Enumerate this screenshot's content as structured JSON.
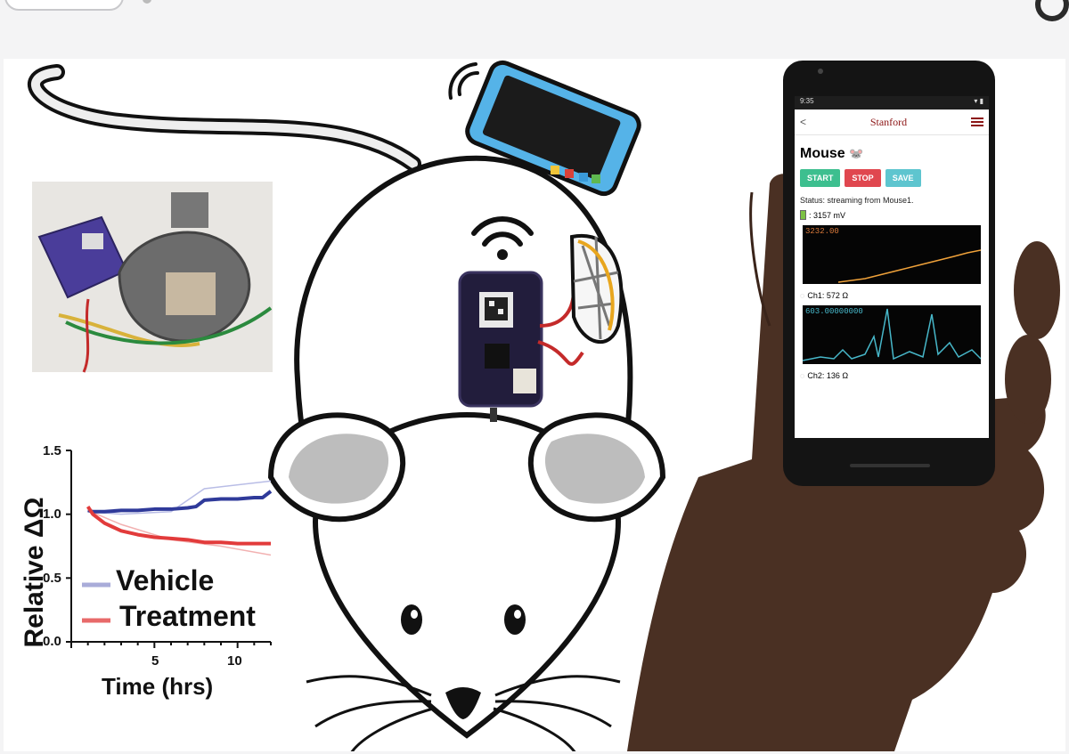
{
  "phone_app": {
    "time": "9:35",
    "brand": "Stanford",
    "back": "<",
    "title": "Mouse",
    "title_icon": "🐭",
    "buttons": {
      "start": "START",
      "stop": "STOP",
      "save": "SAVE"
    },
    "status": "Status: streaming from Mouse1.",
    "voltage": ": 3157 mV",
    "plot1_label": "3232.00",
    "ch1": "Ch1: 572 Ω",
    "plot2_label": "603.00000000",
    "ch2": "Ch2: 136 Ω",
    "colors": {
      "brand": "#8c1515",
      "start": "#3dbf8f",
      "stop": "#e0474f",
      "save": "#5ec5cf",
      "trace1": "#f0a23a",
      "trace2": "#47b7c9"
    }
  },
  "chart_data": {
    "type": "line",
    "xlabel": "Time (hrs)",
    "ylabel": "Relative ΔΩ",
    "xticks": [
      "5",
      "10"
    ],
    "yticks": [
      "0.0",
      "0.5",
      "1.0",
      "1.5"
    ],
    "xlim": [
      0,
      12
    ],
    "ylim": [
      0,
      1.5
    ],
    "series": [
      {
        "name": "Vehicle",
        "color": "#2f3a9a",
        "x": [
          1,
          1.3,
          2,
          3,
          4,
          5,
          6,
          7,
          7.5,
          8,
          9,
          10,
          11,
          11.5,
          12
        ],
        "y": [
          1.03,
          1.02,
          1.02,
          1.03,
          1.03,
          1.04,
          1.04,
          1.05,
          1.06,
          1.11,
          1.12,
          1.12,
          1.13,
          1.13,
          1.18
        ]
      },
      {
        "name": "Treatment",
        "color": "#e23b3b",
        "x": [
          1,
          1.3,
          1.6,
          2,
          2.5,
          3,
          4,
          5,
          6,
          7,
          8,
          9,
          10,
          11,
          12
        ],
        "y": [
          1.06,
          1.0,
          0.97,
          0.93,
          0.9,
          0.87,
          0.84,
          0.82,
          0.81,
          0.8,
          0.78,
          0.78,
          0.77,
          0.77,
          0.77
        ]
      }
    ]
  }
}
